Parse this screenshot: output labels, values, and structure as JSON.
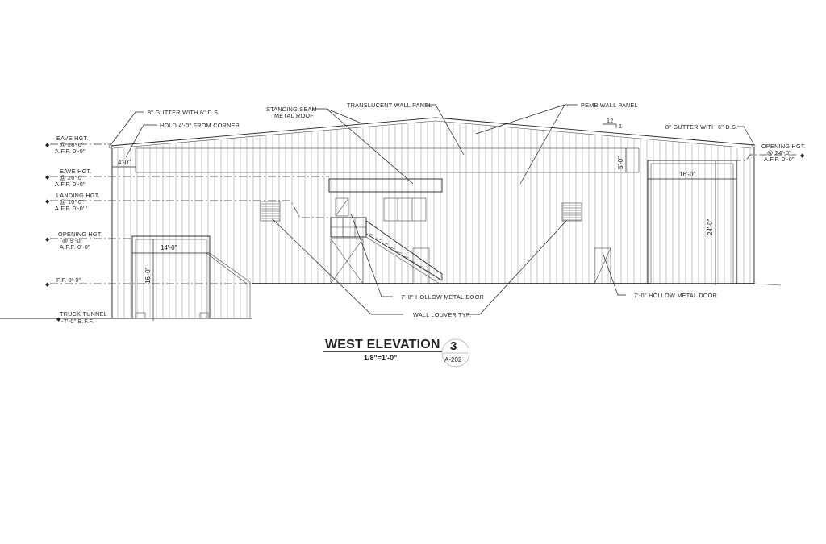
{
  "drawing": {
    "title": "WEST ELEVATION",
    "scale": "1/8\"=1'-0\"",
    "detail_number": "3",
    "sheet_ref": "A-202",
    "roof_pitch": {
      "rise": "12",
      "run": "1"
    }
  },
  "level_markers": [
    {
      "name": "eave-hgt-28",
      "line1": "EAVE HGT.",
      "line2": "@ 28'-0\"",
      "line3": "A.F.F. 0'-0\""
    },
    {
      "name": "eave-hgt-20",
      "line1": "EAVE HGT.",
      "line2": "@ 20'-0\"",
      "line3": "A.F.F. 0'-0\""
    },
    {
      "name": "landing-hgt",
      "line1": "LANDING HGT.",
      "line2": "@ 10'-0\"",
      "line3": "A.F.F. 0'-0' '"
    },
    {
      "name": "opening-hgt-9",
      "line1": "OPENING HGT.",
      "line2": "@ 9'-0\"",
      "line3": "A.F.F. 0'-0\""
    },
    {
      "name": "finish-floor",
      "line1": "F.F. 0'-0\""
    },
    {
      "name": "truck-tunnel",
      "line1": "TRUCK TUNNEL",
      "line2": "-7'-0\" B.F.F."
    },
    {
      "name": "opening-hgt-24",
      "line1": "OPENING HGT.",
      "line2": "@ 24'-0\"",
      "line3": "A.F.F. 0'-0\""
    }
  ],
  "callouts": {
    "gutter_left": "8\" GUTTER WITH 6\" D.S.",
    "hold_corner": "HOLD 4'-0\" FROM CORNER",
    "roof_line1": "STANDING SEAM",
    "roof_line2": "METAL ROOF",
    "translucent": "TRANSLUCENT WALL PANEL",
    "pemb": "PEMB WALL PANEL",
    "gutter_right": "8\" GUTTER WITH 6\" D.S.",
    "door_center": "7'-0\" HOLLOW METAL DOOR",
    "louver": "WALL LOUVER TYP.",
    "door_right": "7'-0\" HOLLOW METAL DOOR"
  },
  "dimensions": {
    "corner_offset": "4'-0\"",
    "tunnel_width": "14'-0\"",
    "tunnel_height": "16'-0\"",
    "band_height": "5'-0\"",
    "overhead_width": "16'-0\"",
    "overhead_height": "24'-0\""
  },
  "colors": {
    "line": "#222222",
    "rib": "#8a8a8a",
    "background": "#ffffff"
  }
}
